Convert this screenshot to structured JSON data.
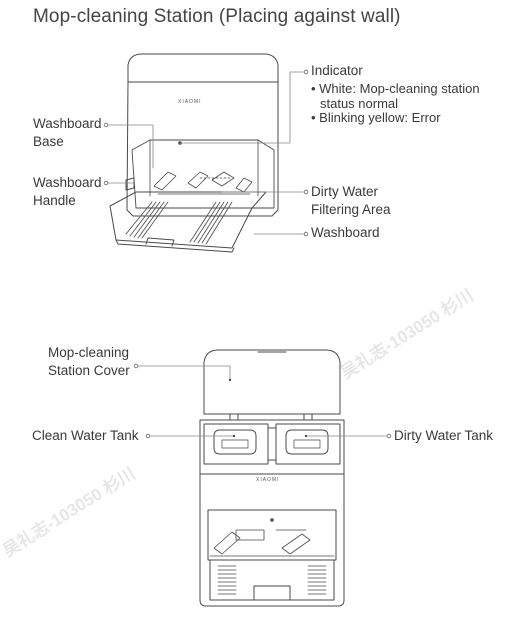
{
  "title": "Mop-cleaning Station (Placing against wall)",
  "station1": {
    "brand": "XIAOMI",
    "labels": {
      "indicator": "Indicator",
      "indicator_bullets": [
        "• White: Mop-cleaning station",
        "status normal",
        "• Blinking yellow: Error"
      ],
      "washboard_base": [
        "Washboard",
        "Base"
      ],
      "washboard_handle": [
        "Washboard",
        "Handle"
      ],
      "dirty_water_filtering": [
        "Dirty Water",
        "Filtering Area"
      ],
      "washboard": "Washboard"
    }
  },
  "station2": {
    "brand": "XIAOMI",
    "labels": {
      "cover": [
        "Mop-cleaning",
        "Station Cover"
      ],
      "clean_tank": "Clean Water Tank",
      "dirty_tank": "Dirty Water Tank"
    }
  },
  "watermark": [
    "吴礼志-103050 杉川",
    "吴礼志-103050 杉川"
  ]
}
